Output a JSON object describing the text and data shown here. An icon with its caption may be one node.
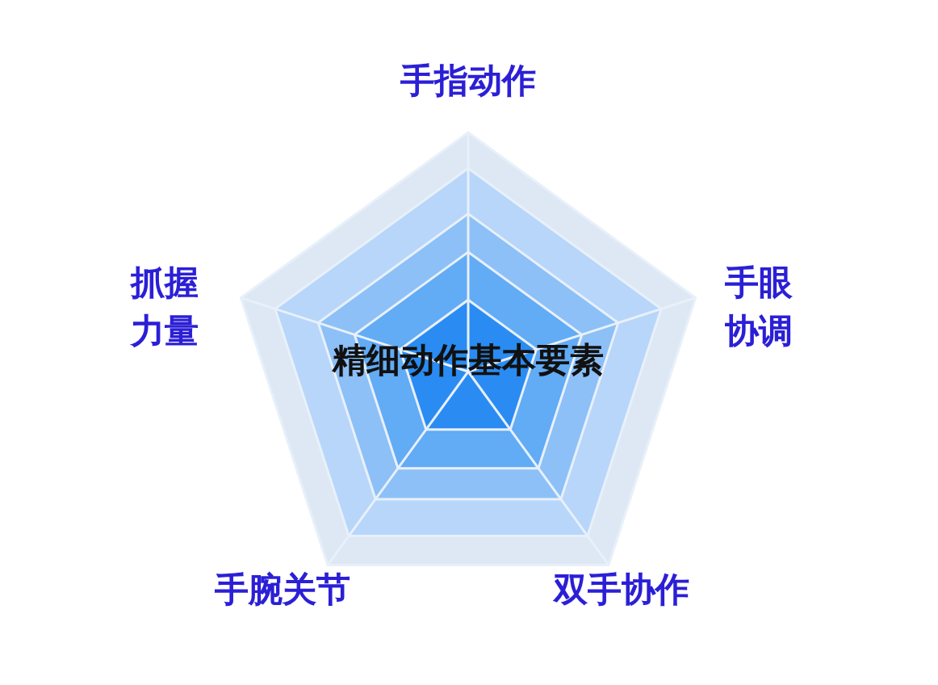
{
  "diagram": {
    "labels": [
      "手指动作",
      "抓握力量",
      "手眼协调",
      "精细动作基本要素",
      "手腕关节",
      "双手协作"
    ]
  }
}
